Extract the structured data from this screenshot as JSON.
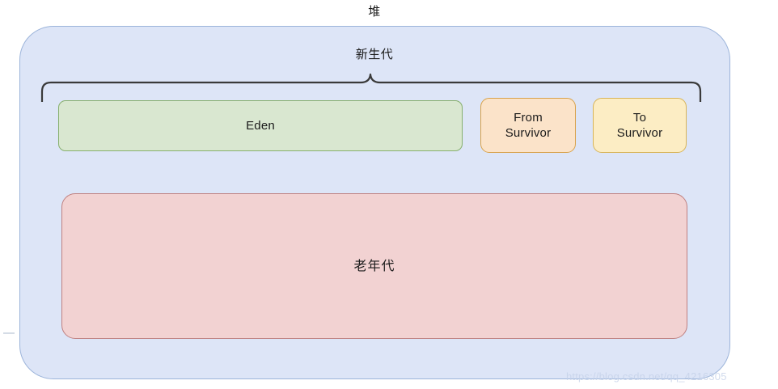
{
  "diagram": {
    "title": "堆",
    "young_gen_label": "新生代",
    "regions": [
      {
        "id": "eden",
        "label": "Eden",
        "fill": "#d9e7d0",
        "stroke": "#86af6d"
      },
      {
        "id": "from-survivor",
        "label": "From\nSurvivor",
        "fill": "#fbe3c9",
        "stroke": "#d8a24a"
      },
      {
        "id": "to-survivor",
        "label": "To\nSurvivor",
        "fill": "#fcedc4",
        "stroke": "#d8b457"
      },
      {
        "id": "old-gen",
        "label": "老年代",
        "fill": "#f2d2d2",
        "stroke": "#bf8080"
      }
    ],
    "heap_fill": "#dde5f7",
    "heap_stroke": "#9cb4da",
    "brace_color": "#3a3a3a"
  },
  "watermark": {
    "text": "https://blog.csdn.net/qq_4216305"
  }
}
